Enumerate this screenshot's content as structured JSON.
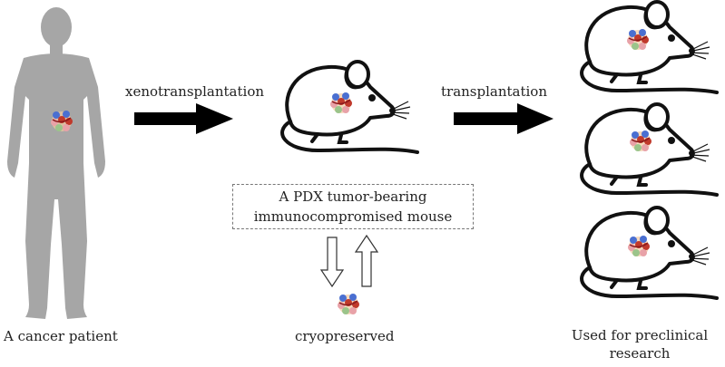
{
  "labels": {
    "patient": "A cancer patient",
    "xeno": "xenotransplantation",
    "transplant": "transplantation",
    "pdx_line1": "A PDX tumor-bearing",
    "pdx_line2": "immunocompromised mouse",
    "cryo": "cryopreserved",
    "research_line1": "Used for preclinical",
    "research_line2": "research"
  },
  "colors": {
    "body": "#a6a6a6",
    "arrow": "#000000",
    "outline": "#111111",
    "tumor_blue": "#4a6fd1",
    "tumor_red": "#c0392b",
    "tumor_pink": "#e8a2a8",
    "tumor_green": "#9bc48a",
    "tumor_peach": "#f2c9a0"
  },
  "icons": [
    "human-silhouette-icon",
    "mouse-icon",
    "tumor-cluster-icon",
    "right-arrow-icon",
    "down-arrow-icon",
    "up-arrow-icon"
  ]
}
